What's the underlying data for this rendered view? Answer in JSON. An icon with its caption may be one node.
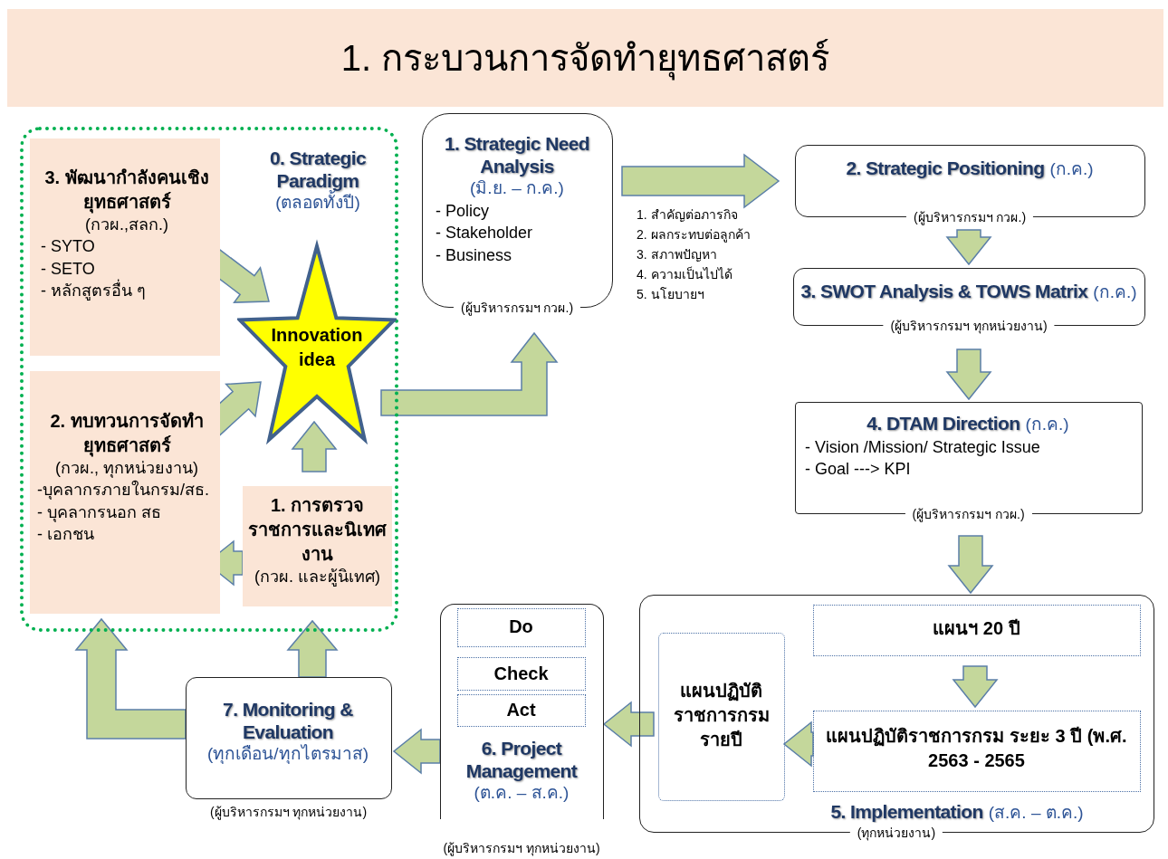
{
  "diagram": {
    "title": "1. กระบวนการจัดทำยุทธศาสตร์",
    "nodes": [
      {
        "text": [
          "0. Strategic Paradigm",
          "(ตลอดทั้งปี)"
        ]
      },
      {
        "text": [
          "3. พัฒนากำลังคนเชิงยุทธศาสตร์",
          "(กวผ.,สลก.)",
          "- SYTO",
          "- SETO",
          "- หลักสูตรอื่น ๆ"
        ],
        "in": 0
      },
      {
        "text": [
          "Innovation idea"
        ],
        "in": 0
      },
      {
        "text": [
          "2. ทบทวนการจัดทำยุทธศาสตร์",
          "(กวผ., ทุกหน่วยงาน)",
          "-บุคลากรภายในกรม/สธ.",
          "- บุคลากรนอก สธ",
          "- เอกชน"
        ],
        "in": 0
      },
      {
        "text": [
          "1. การตรวจราชการและนิเทศงาน",
          "(กวผ. และผู้นิเทศ)"
        ],
        "in": 0
      },
      {
        "text": [
          "1. Strategic Need Analysis",
          "(มิ.ย. – ก.ค.)",
          "- Policy",
          "- Stakeholder",
          "- Business",
          "(ผู้บริหารกรมฯ กวผ.)"
        ]
      },
      {
        "text": [
          "2. Strategic Positioning",
          "(ก.ค.)",
          "(ผู้บริหารกรมฯ กวผ.)"
        ]
      },
      {
        "text": [
          "3. SWOT Analysis & TOWS Matrix",
          "(ก.ค.)",
          "(ผู้บริหารกรมฯ ทุกหน่วยงาน)"
        ]
      },
      {
        "text": [
          "4. DTAM Direction",
          "(ก.ค.)",
          "- Vision /Mission/ Strategic Issue",
          "- Goal ---> KPI",
          "(ผู้บริหารกรมฯ กวผ.)"
        ]
      },
      {
        "text": [
          "5. Implementation",
          "(ส.ค. – ต.ค.)",
          "(ทุกหน่วยงาน)"
        ]
      },
      {
        "text": [
          "แผนฯ 20 ปี"
        ],
        "in": 9
      },
      {
        "text": [
          "แผนปฏิบัติราชการกรม ระยะ 3 ปี (พ.ศ. 2563 - 2565"
        ],
        "in": 9
      },
      {
        "text": [
          "แผนปฏิบัติราชการกรมรายปี"
        ],
        "in": 9
      },
      {
        "text": [
          "6. Project Management",
          "(ต.ค. – ส.ค.)",
          "(ผู้บริหารกรมฯ ทุกหน่วยงาน)"
        ]
      },
      {
        "text": [
          "Do"
        ],
        "in": 13
      },
      {
        "text": [
          "Check"
        ],
        "in": 13
      },
      {
        "text": [
          "Act"
        ],
        "in": 13
      },
      {
        "text": [
          "7. Monitoring & Evaluation",
          "(ทุกเดือน/ทุกไตรมาส)",
          "(ผู้บริหารกรมฯ ทุกหน่วยงาน)"
        ]
      }
    ],
    "edges": [
      {
        "from": 1,
        "to": 2,
        "arrow": "to"
      },
      {
        "from": 3,
        "to": 2,
        "arrow": "to"
      },
      {
        "from": 4,
        "to": 2,
        "arrow": "to"
      },
      {
        "from": 4,
        "to": 3,
        "arrow": "to"
      },
      {
        "from": 2,
        "to": 5,
        "arrow": "to"
      },
      {
        "from": 5,
        "to": 6,
        "arrow": "to"
      },
      {
        "from": 6,
        "to": 7,
        "arrow": "to"
      },
      {
        "from": 7,
        "to": 8,
        "arrow": "to"
      },
      {
        "from": 8,
        "to": 9,
        "arrow": "to"
      },
      {
        "from": 10,
        "to": 11,
        "arrow": "to"
      },
      {
        "from": 11,
        "to": 12,
        "arrow": "to"
      },
      {
        "from": 9,
        "to": 13,
        "arrow": "to"
      },
      {
        "from": 13,
        "to": 17,
        "arrow": "to"
      },
      {
        "from": 17,
        "to": 0,
        "arrow": "to"
      },
      {
        "from": 17,
        "to": 0,
        "arrow": "to"
      }
    ],
    "labels": [
      "1. สำคัญต่อภารกิจ",
      "2. ผลกระทบต่อลูกค้า",
      "3. สภาพปัญหา",
      "4. ความเป็นไปได้",
      "5. นโยบายฯ"
    ]
  }
}
